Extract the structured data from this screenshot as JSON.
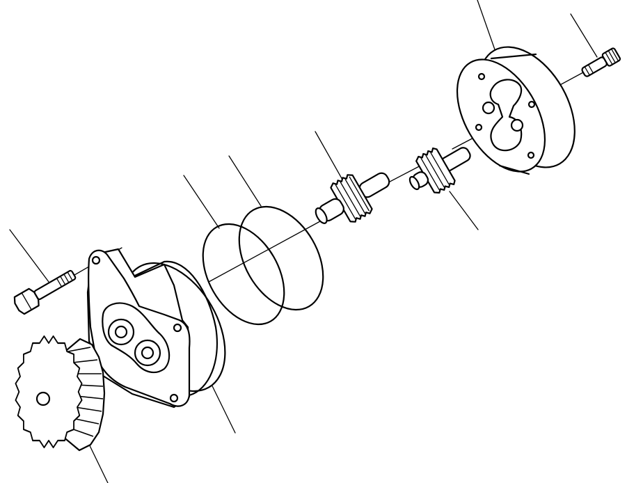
{
  "diagram": {
    "type": "exploded-assembly-drawing",
    "parts": [
      {
        "id": "drive-gear",
        "icon": "spur-gear"
      },
      {
        "id": "mounting-bolt-left",
        "icon": "hex-bolt"
      },
      {
        "id": "pump-body",
        "icon": "pump-housing"
      },
      {
        "id": "seal-ring-inner",
        "icon": "o-ring"
      },
      {
        "id": "seal-ring-outer",
        "icon": "o-ring"
      },
      {
        "id": "drive-gear-shaft",
        "icon": "gear-shaft"
      },
      {
        "id": "driven-gear-shaft",
        "icon": "gear-shaft"
      },
      {
        "id": "pump-cover",
        "icon": "cover-plate"
      },
      {
        "id": "mounting-bolt-right",
        "icon": "hex-bolt"
      }
    ],
    "colors": {
      "line": "#000000",
      "background": "#ffffff"
    }
  }
}
